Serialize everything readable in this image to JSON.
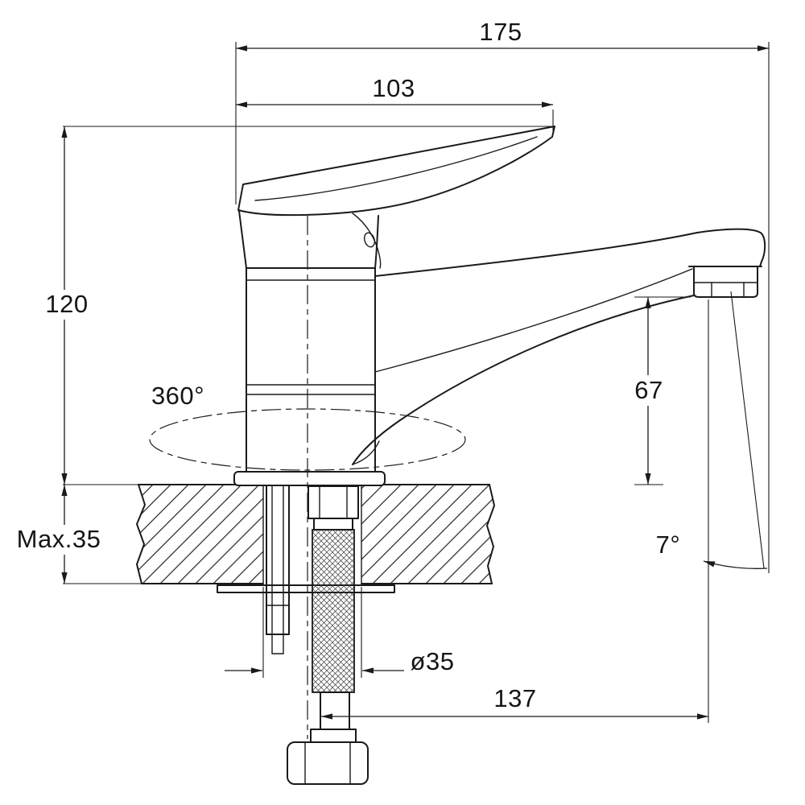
{
  "drawing": {
    "labels": {
      "total_width": "175",
      "handle_length": "103",
      "body_height": "120",
      "swivel": "360°",
      "spout_height": "67",
      "max_counter_thickness": "Max.35",
      "outlet_angle": "7°",
      "hole_diameter": "ø35",
      "spout_reach": "137"
    },
    "colors": {
      "line": "#1a1a1a",
      "background": "#ffffff"
    }
  }
}
